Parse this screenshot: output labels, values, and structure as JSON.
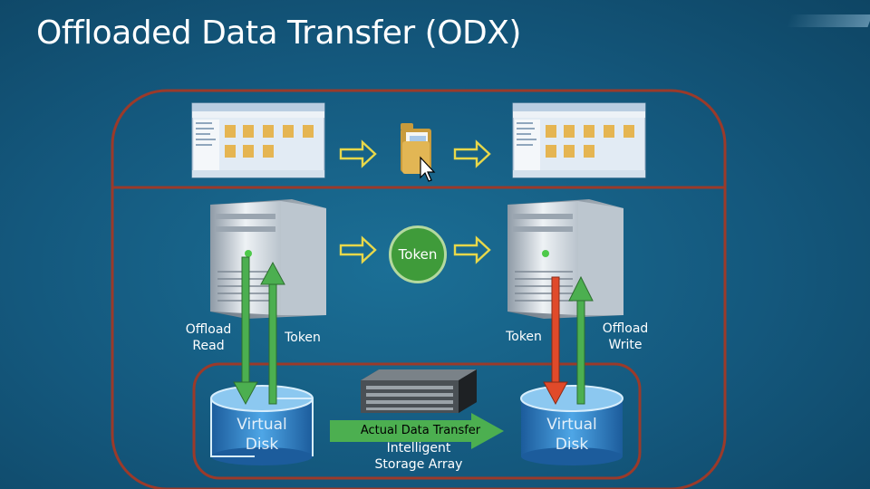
{
  "slide": {
    "title": "Offloaded Data Transfer (ODX)"
  },
  "labels": {
    "token_center": "Token",
    "offload_read": "Offload\nRead",
    "offload_write": "Offload\nWrite",
    "token_left": "Token",
    "token_right": "Token",
    "virtual_disk_left": "Virtual\nDisk",
    "virtual_disk_right": "Virtual\nDisk",
    "data_transfer": "Actual Data Transfer",
    "storage_array": "Intelligent\nStorage Array"
  },
  "colors": {
    "background": "#14587d",
    "frame": "#9b3a2a",
    "token_green": "#3f9b3a",
    "arrow_green": "#4caf50",
    "arrow_red": "#e04a2a",
    "arrow_yellow": "#e8d84a",
    "disk_blue": "#3a8fd0"
  },
  "icons": [
    "explorer-window-icon",
    "folder-icon",
    "cursor-icon",
    "server-icon",
    "storage-array-icon",
    "virtual-disk-icon"
  ]
}
